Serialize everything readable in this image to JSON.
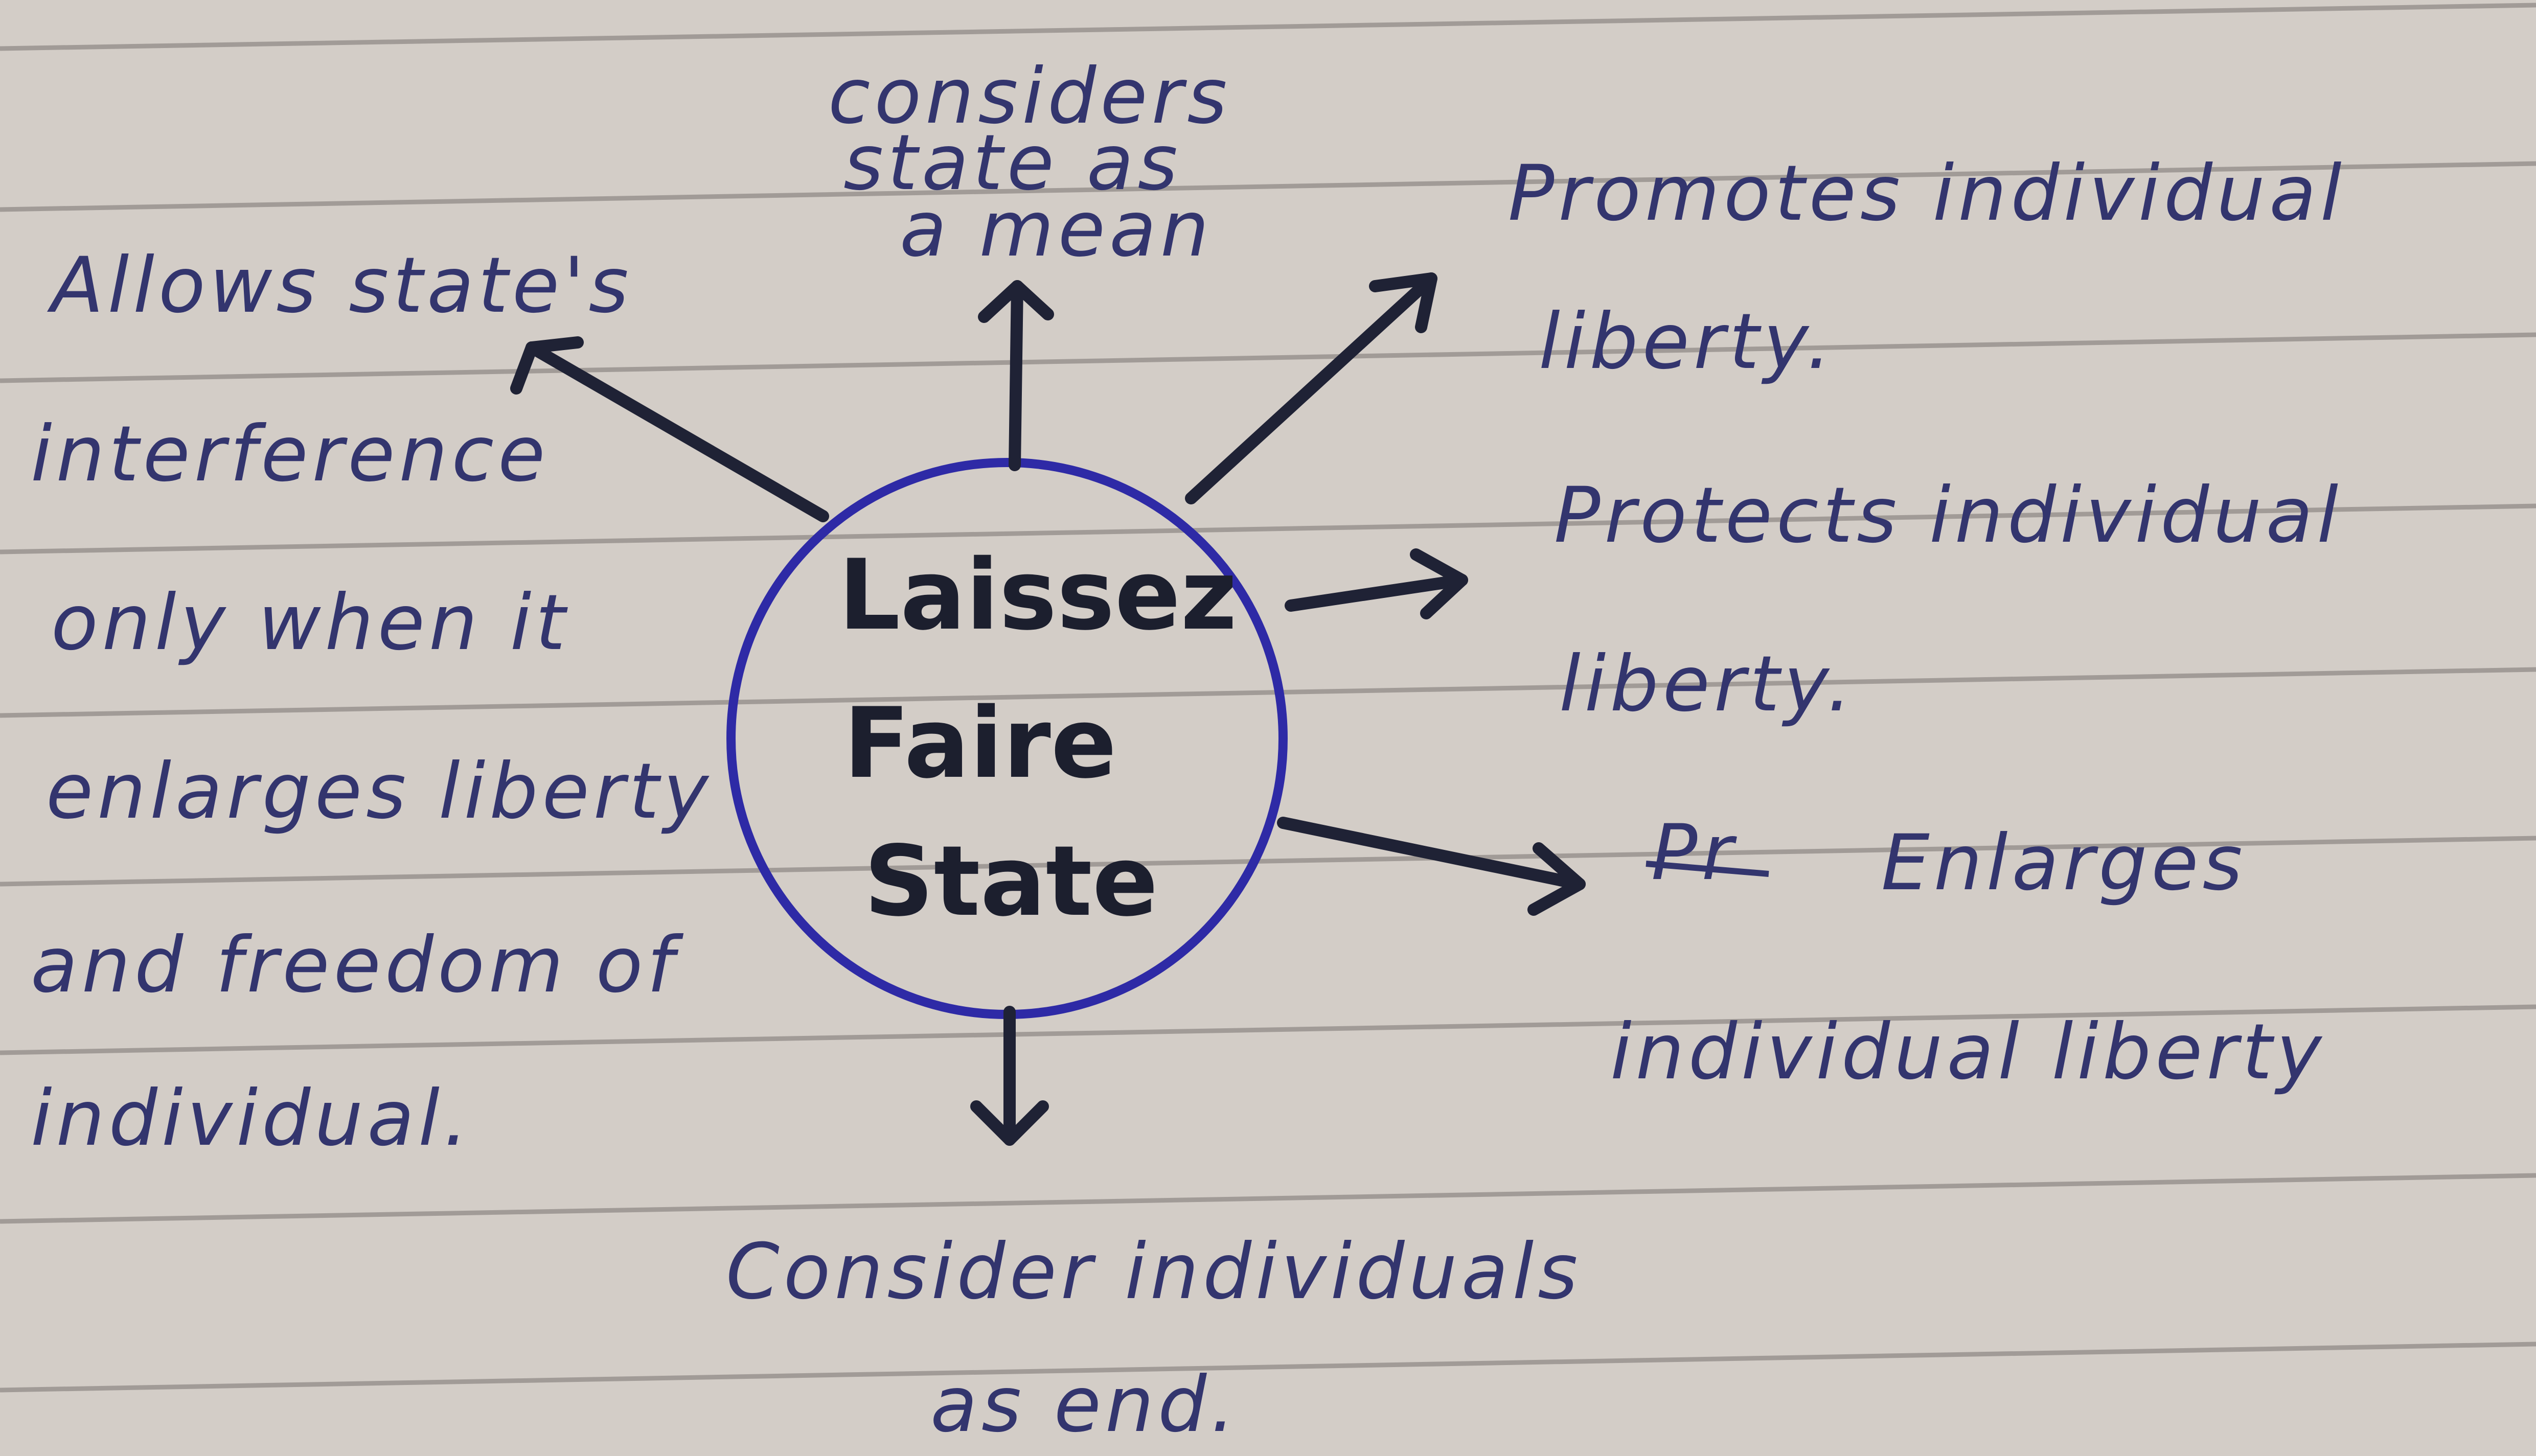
{
  "center": {
    "lines": [
      "Laissez",
      "Faire",
      "State"
    ]
  },
  "branches": {
    "top": {
      "lines": [
        "considers",
        "state as",
        "a mean"
      ]
    },
    "top_left": {
      "lines": [
        "Allows state's",
        "interference",
        "only when it",
        "enlarges liberty",
        "and freedom of",
        "individual."
      ]
    },
    "top_right": {
      "lines": [
        "Promotes individual",
        "liberty."
      ]
    },
    "right": {
      "lines": [
        "Protects individual",
        "liberty."
      ]
    },
    "lower_right": {
      "struck": "Pr",
      "lines": [
        "Enlarges",
        "individual liberty"
      ]
    },
    "bottom": {
      "lines": [
        "Consider individuals",
        "as end."
      ]
    }
  },
  "colors": {
    "paper": "#d3cdc7",
    "ink_blue": "#33356e",
    "circle_blue": "#2e2aa6",
    "ink_black": "#1f2235",
    "rule_lines": "#7a7470"
  }
}
